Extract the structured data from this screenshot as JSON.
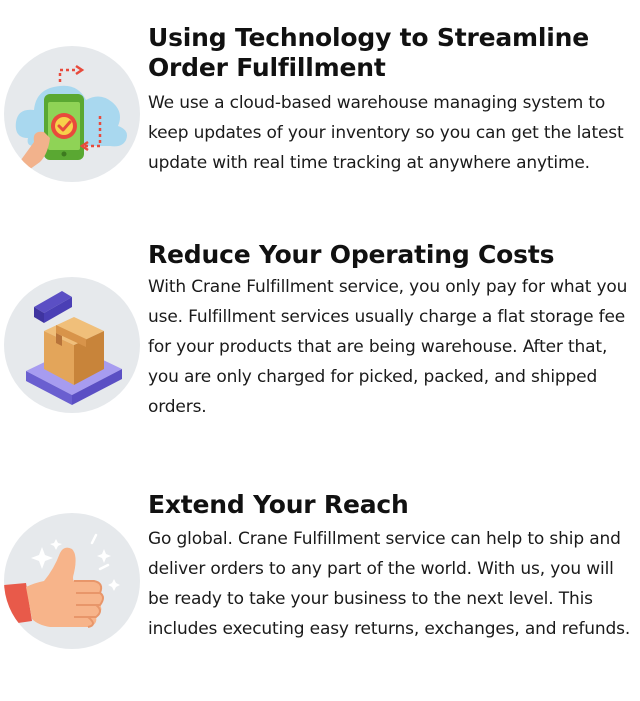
{
  "features": [
    {
      "icon": "phone-checkmark-cloud-icon",
      "title": "Using Technology to Streamline Order Fulfillment",
      "body": "We use a cloud-based warehouse managing system to keep updates of your inventory so you can get the latest update with real time tracking at anywhere anytime."
    },
    {
      "icon": "package-box-icon",
      "title": "Reduce Your Operating Costs",
      "body": "With Crane Fulfillment service, you only pay for what you use. Fulfillment services usually charge a flat storage fee for your products that are being warehouse. After that, you are only charged for picked, packed, and shipped orders."
    },
    {
      "icon": "thumbs-up-icon",
      "title": "Extend Your Reach",
      "body": "Go global. Crane Fulfillment service can help to ship and deliver orders to any part of the world. With us, you will be ready to take your business to the next level. This includes executing easy returns, exchanges, and refunds."
    }
  ],
  "colors": {
    "circle_bg": "#e6e9ec",
    "cloud": "#a9d8ef",
    "phone": "#7ac943",
    "check": "#e84a3c",
    "arrow": "#e84a3c",
    "box": "#e3a55a",
    "box_dark": "#c8843a",
    "platform": "#8b7fe0",
    "platform_dark": "#5b4fc4",
    "skin": "#f7b48a",
    "cuff": "#e85a4a"
  }
}
